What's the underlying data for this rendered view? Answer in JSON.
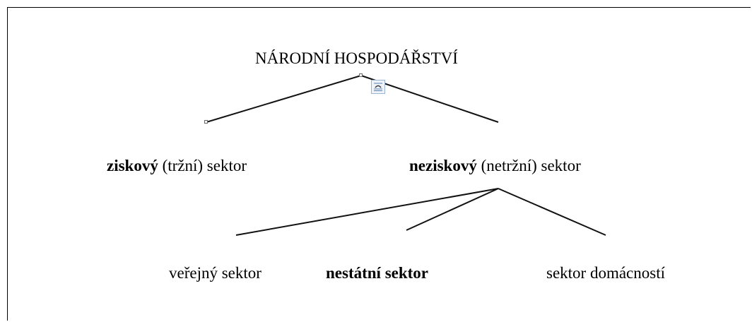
{
  "diagram": {
    "root": "NÁRODNÍ HOSPODÁŘSTVÍ",
    "left": {
      "bold": "ziskový",
      "rest": " (tržní) sektor"
    },
    "right": {
      "bold": "neziskový",
      "rest": " (netržní) sektor"
    },
    "children": {
      "public": "veřejný sektor",
      "nonstate": "nestátní sektor",
      "household": "sektor domácností"
    }
  },
  "ui": {
    "layout_options_icon": "layout-options-icon"
  }
}
